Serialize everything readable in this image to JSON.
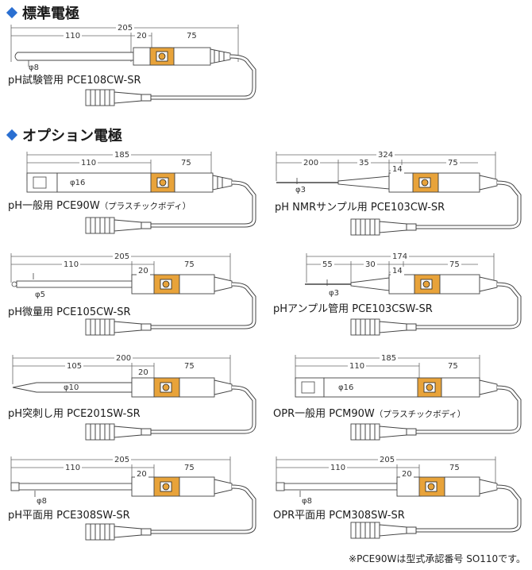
{
  "sections": {
    "standard": "標準電極",
    "options": "オプション電極"
  },
  "probes": [
    {
      "id": "p1",
      "label": "pH試験管用 PCE108CW-SR",
      "sub": "",
      "dims": [
        "205",
        "110",
        "20",
        "75"
      ],
      "phi": "φ8"
    },
    {
      "id": "p2",
      "label": "pH一般用 PCE90W",
      "sub": "（プラスチックボディ）",
      "dims": [
        "185",
        "110",
        "75"
      ],
      "phi": "φ16"
    },
    {
      "id": "p3",
      "label": "pH NMRサンプル用 PCE103CW-SR",
      "sub": "",
      "dims": [
        "324",
        "200",
        "35",
        "14",
        "75"
      ],
      "phi": "φ3"
    },
    {
      "id": "p4",
      "label": "pH微量用 PCE105CW-SR",
      "sub": "",
      "dims": [
        "205",
        "110",
        "20",
        "75"
      ],
      "phi": "φ5"
    },
    {
      "id": "p5",
      "label": "pHアンプル管用 PCE103CSW-SR",
      "sub": "",
      "dims": [
        "174",
        "55",
        "30",
        "14",
        "75"
      ],
      "phi": "φ3"
    },
    {
      "id": "p6",
      "label": "pH突刺し用 PCE201SW-SR",
      "sub": "",
      "dims": [
        "200",
        "105",
        "20",
        "75"
      ],
      "phi": "φ10"
    },
    {
      "id": "p7",
      "label": "OPR一般用 PCM90W",
      "sub": "（プラスチックボディ）",
      "dims": [
        "185",
        "110",
        "75"
      ],
      "phi": "φ16"
    },
    {
      "id": "p8",
      "label": "pH平面用 PCE308SW-SR",
      "sub": "",
      "dims": [
        "205",
        "110",
        "20",
        "75"
      ],
      "phi": "φ8"
    },
    {
      "id": "p9",
      "label": "OPR平面用 PCM308SW-SR",
      "sub": "",
      "dims": [
        "205",
        "110",
        "20",
        "75"
      ],
      "phi": "φ8"
    }
  ],
  "footnote": "※PCE90Wは型式承認番号 SO110です。",
  "colors": {
    "accent": "#2a6fd1",
    "sensor": "#e8a33a",
    "outline": "#444444"
  }
}
